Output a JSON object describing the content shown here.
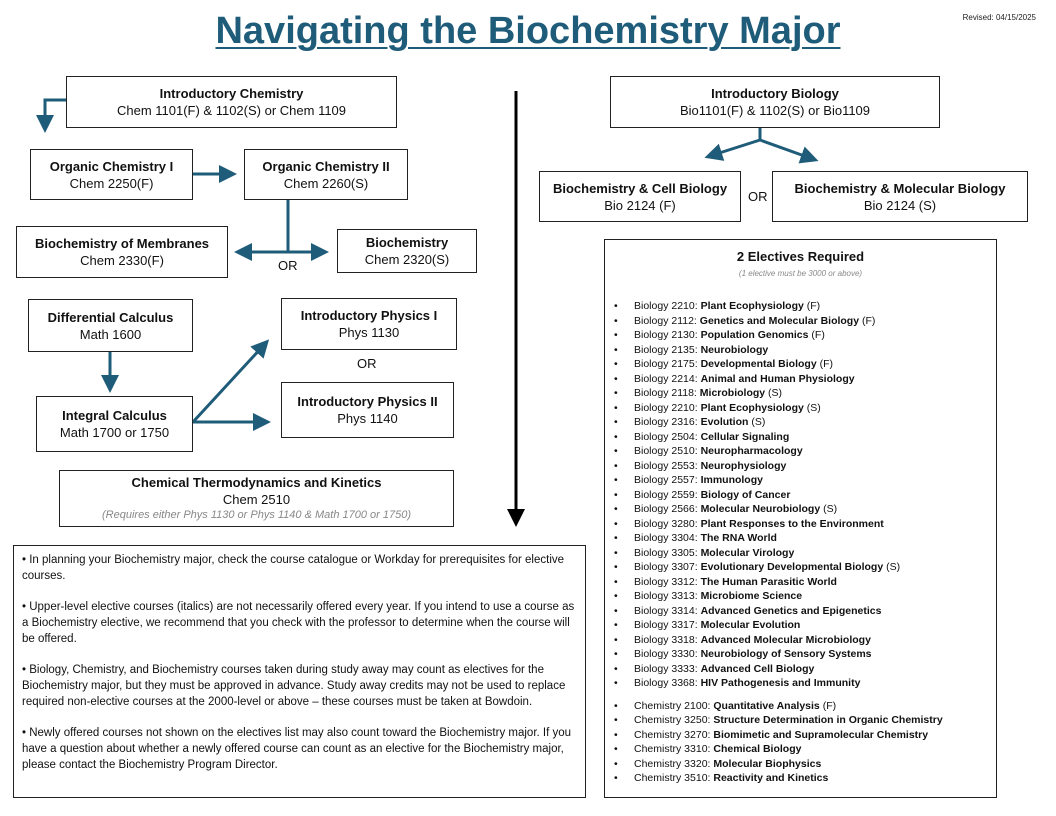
{
  "header": {
    "title": "Navigating the Biochemistry Major",
    "revised": "Revised: 04/15/2025"
  },
  "chemistry": {
    "intro": {
      "title": "Introductory Chemistry",
      "code": "Chem 1101(F) & 1102(S) or Chem 1109"
    },
    "orgo1": {
      "title": "Organic Chemistry I",
      "code": "Chem 2250(F)"
    },
    "orgo2": {
      "title": "Organic Chemistry II",
      "code": "Chem 2260(S)"
    },
    "membranes": {
      "title": "Biochemistry of Membranes",
      "code": "Chem 2330(F)"
    },
    "biochem": {
      "title": "Biochemistry",
      "code": "Chem 2320(S)"
    },
    "or_label": "OR"
  },
  "math_physics": {
    "diffcalc": {
      "title": "Differential Calculus",
      "code": "Math 1600"
    },
    "intcalc": {
      "title": "Integral Calculus",
      "code": "Math 1700 or 1750"
    },
    "phys1": {
      "title": "Introductory Physics I",
      "code": "Phys 1130"
    },
    "phys2": {
      "title": "Introductory Physics II",
      "code": "Phys 1140"
    },
    "or_label": "OR",
    "thermo": {
      "title": "Chemical Thermodynamics and Kinetics",
      "code": "Chem 2510",
      "note": "(Requires either Phys 1130 or Phys 1140 & Math 1700 or 1750)"
    }
  },
  "biology": {
    "intro": {
      "title": "Introductory Biology",
      "code": "Bio1101(F) & 1102(S) or Bio1109"
    },
    "cellbio": {
      "title": "Biochemistry & Cell Biology",
      "code": "Bio 2124 (F)"
    },
    "molbio": {
      "title": "Biochemistry & Molecular Biology",
      "code": "Bio 2124 (S)"
    },
    "or_label": "OR"
  },
  "notes": [
    "• In planning your Biochemistry major, check the course catalogue or Workday for prerequisites for elective courses.",
    "• Upper-level elective courses (italics) are not necessarily offered every year. If you intend to use a course as a Biochemistry elective, we recommend that you check with the professor to determine when the course will be offered.",
    "• Biology, Chemistry, and Biochemistry courses taken during study away may count as electives for the Biochemistry major, but they must be approved in advance. Study away credits may not be used to replace required non-elective courses at the 2000-level or above – these courses must be taken at Bowdoin.",
    "• Newly offered courses not shown on the electives list may also count toward the Biochemistry major. If you have a question about whether a newly offered course can count as an elective for the Biochemistry major, please contact the Biochemistry Program Director."
  ],
  "electives": {
    "title": "2 Electives Required",
    "subtitle": "(1 elective must be 3000 or above)",
    "biology": [
      {
        "code": "Biology 2210:",
        "name": "Plant Ecophysiology",
        "term": "(F)"
      },
      {
        "code": "Biology 2112:",
        "name": "Genetics and Molecular Biology",
        "term": "(F)"
      },
      {
        "code": "Biology 2130:",
        "name": "Population Genomics",
        "term": "(F)"
      },
      {
        "code": "Biology 2135:",
        "name": "Neurobiology",
        "term": ""
      },
      {
        "code": "Biology 2175:",
        "name": "Developmental Biology",
        "term": "(F)"
      },
      {
        "code": "Biology 2214:",
        "name": "Animal and Human Physiology",
        "term": ""
      },
      {
        "code": "Biology 2118:",
        "name": "Microbiology",
        "term": "(S)"
      },
      {
        "code": "Biology 2210:",
        "name": "Plant Ecophysiology",
        "term": "(S)"
      },
      {
        "code": "Biology 2316:",
        "name": "Evolution",
        "term": "(S)"
      },
      {
        "code": "Biology 2504:",
        "name": "Cellular Signaling",
        "term": ""
      },
      {
        "code": "Biology 2510:",
        "name": "Neuropharmacology",
        "term": ""
      },
      {
        "code": "Biology 2553:",
        "name": "Neurophysiology",
        "term": ""
      },
      {
        "code": "Biology 2557:",
        "name": "Immunology",
        "term": ""
      },
      {
        "code": "Biology 2559:",
        "name": "Biology of Cancer",
        "term": ""
      },
      {
        "code": "Biology 2566:",
        "name": "Molecular Neurobiology",
        "term": "(S)"
      },
      {
        "code": "Biology 3280:",
        "name": "Plant Responses to the Environment",
        "term": ""
      },
      {
        "code": "Biology 3304:",
        "name": "The RNA World",
        "term": ""
      },
      {
        "code": "Biology 3305:",
        "name": "Molecular Virology",
        "term": ""
      },
      {
        "code": "Biology 3307:",
        "name": "Evolutionary Developmental Biology",
        "term": "(S)"
      },
      {
        "code": "Biology 3312:",
        "name": "The Human Parasitic World",
        "term": ""
      },
      {
        "code": "Biology 3313:",
        "name": "Microbiome Science",
        "term": ""
      },
      {
        "code": "Biology 3314:",
        "name": "Advanced Genetics and Epigenetics",
        "term": ""
      },
      {
        "code": "Biology 3317:",
        "name": "Molecular Evolution",
        "term": ""
      },
      {
        "code": "Biology 3318:",
        "name": "Advanced Molecular Microbiology",
        "term": ""
      },
      {
        "code": "Biology 3330:",
        "name": "Neurobiology of Sensory Systems",
        "term": ""
      },
      {
        "code": "Biology 3333:",
        "name": "Advanced Cell Biology",
        "term": ""
      },
      {
        "code": "Biology 3368:",
        "name": "HIV Pathogenesis and Immunity",
        "term": ""
      }
    ],
    "chemistry": [
      {
        "code": "Chemistry 2100:",
        "name": "Quantitative Analysis",
        "term": "(F)"
      },
      {
        "code": "Chemistry 3250:",
        "name": "Structure Determination in Organic Chemistry",
        "term": ""
      },
      {
        "code": "Chemistry 3270:",
        "name": "Biomimetic and Supramolecular Chemistry",
        "term": ""
      },
      {
        "code": "Chemistry 3310:",
        "name": "Chemical Biology",
        "term": ""
      },
      {
        "code": "Chemistry 3320:",
        "name": "Molecular Biophysics",
        "term": ""
      },
      {
        "code": "Chemistry 3510:",
        "name": "Reactivity and Kinetics",
        "term": ""
      }
    ]
  },
  "colors": {
    "title": "#1f5c7a",
    "arrow": "#1f5c7a",
    "border": "#222222"
  },
  "icons": [
    "flow-arrow-icon",
    "timeline-arrow-icon"
  ]
}
